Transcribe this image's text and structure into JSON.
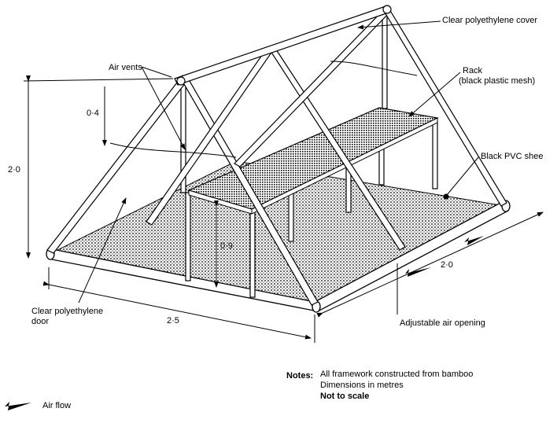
{
  "labels": {
    "cover": "Clear polyethylene cover",
    "air_vents": "Air vents",
    "rack": "Rack",
    "rack_material": "(black plastic mesh)",
    "vent_height": "0·4",
    "height": "2·0",
    "pvc": "Black PVC shee",
    "rack_height": "0·9",
    "width": "2·0",
    "door_line1": "Clear polyethylene",
    "door_line2": "door",
    "length": "2·5",
    "air_opening": "Adjustable air opening"
  },
  "notes": {
    "heading": "Notes:",
    "line1": "All framework constructed from bamboo",
    "line2": "Dimensions in metres",
    "line3": "Not to scale"
  },
  "legend": {
    "airflow": "Air flow"
  }
}
